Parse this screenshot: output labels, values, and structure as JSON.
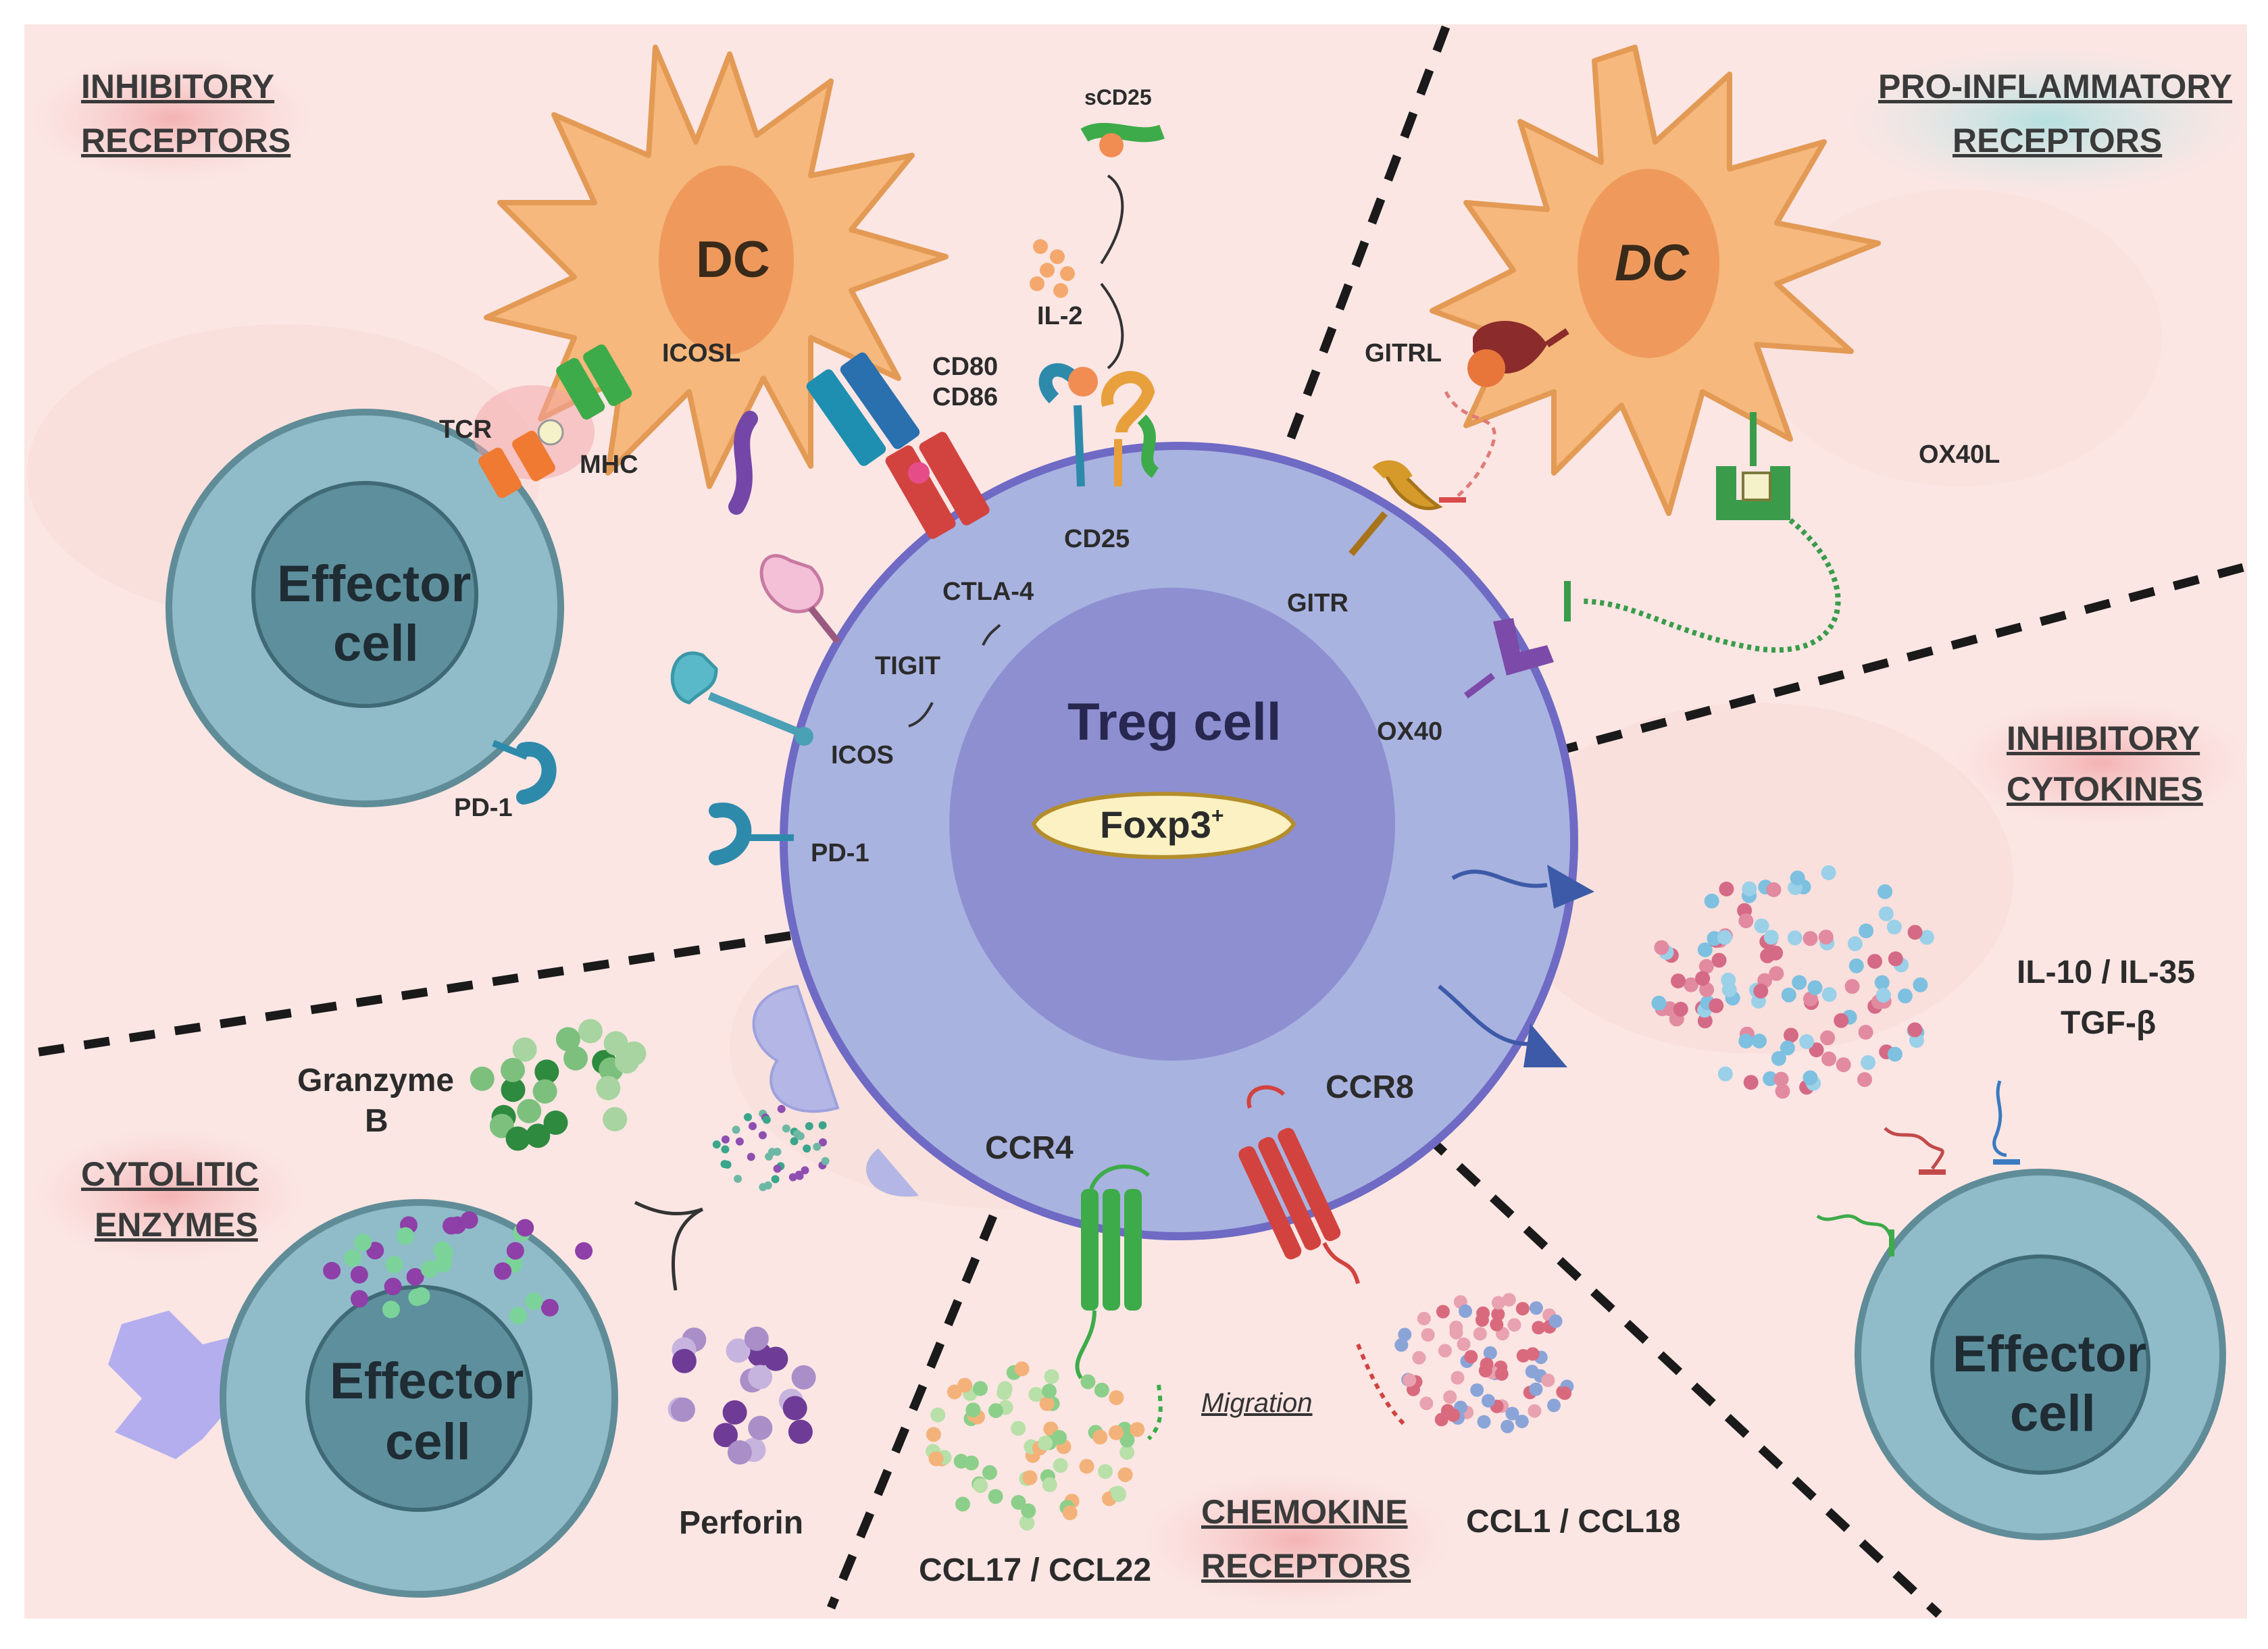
{
  "sections": {
    "inhibitory_receptors": [
      "INHIBITORY",
      "RECEPTORS"
    ],
    "pro_inflammatory_receptors": [
      "PRO-INFLAMMATORY",
      "RECEPTORS"
    ],
    "inhibitory_cytokines": [
      "INHIBITORY",
      "CYTOKINES"
    ],
    "cytolytic_enzymes": [
      "CYTOLITIC",
      "ENZYMES"
    ],
    "chemokine_receptors": [
      "CHEMOKINE",
      "RECEPTORS"
    ]
  },
  "cells": {
    "dc": "DC",
    "treg": "Treg cell",
    "foxp3": "Foxp3",
    "foxp3_sup": "+",
    "effector_top": [
      "Effector",
      "cell"
    ],
    "effector_bottom_left": [
      "Effector",
      "cell"
    ],
    "effector_right": [
      "Effector",
      "cell"
    ]
  },
  "molecules": {
    "icosl": "ICOSL",
    "tcr": "TCR",
    "mhc": "MHC",
    "cd80": "CD80",
    "cd86": "CD86",
    "scd25": "sCD25",
    "il2": "IL-2",
    "cd25": "CD25",
    "ctla4": "CTLA-4",
    "tigit": "TIGIT",
    "icos": "ICOS",
    "pd1_effector": "PD-1",
    "pd1_treg": "PD-1",
    "gitrl": "GITRL",
    "gitr": "GITR",
    "ox40l": "OX40L",
    "ox40": "OX40",
    "ccr4": "CCR4",
    "ccr8": "CCR8",
    "il10_il35": "IL-10 / IL-35",
    "tgfb": "TGF-β",
    "granzyme": [
      "Granzyme",
      "B"
    ],
    "perforin": "Perforin",
    "ccl17_ccl22": "CCL17 / CCL22",
    "ccl1_ccl18": "CCL1 / CCL18",
    "migration": "Migration"
  },
  "colors": {
    "background": "#fbe6e4",
    "dc": "#f6b87c",
    "dc_nucleus": "#ef9a5c",
    "treg": "#a9b3e0",
    "treg_nucleus": "#8e8fd0",
    "effector": "#8fbcc8",
    "effector_nucleus": "#5e8f9d",
    "dash": "#1a1a1a"
  }
}
